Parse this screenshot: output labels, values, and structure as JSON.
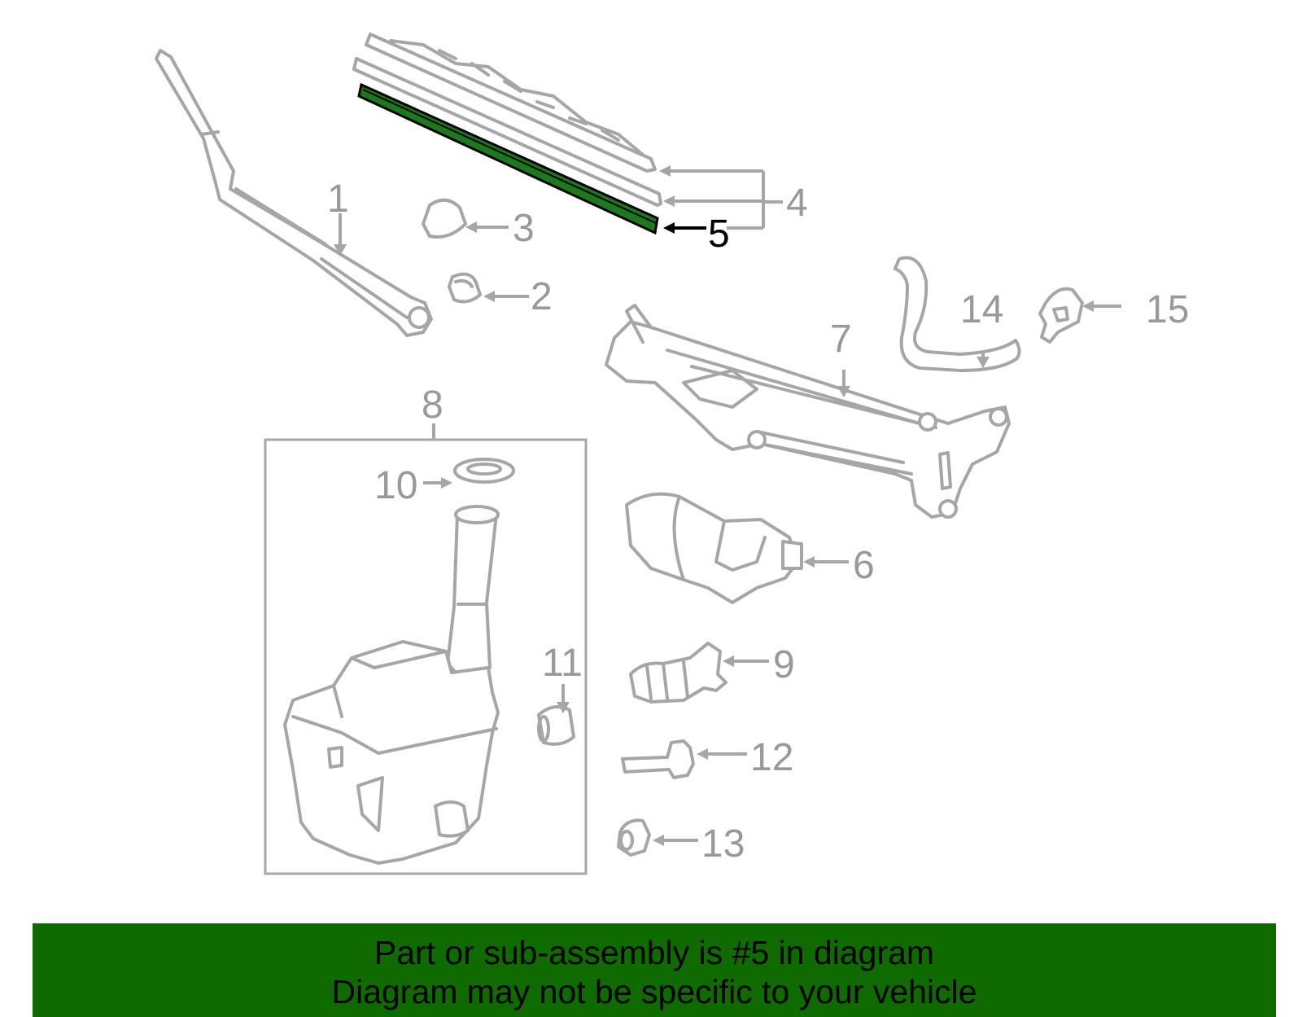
{
  "callouts": [
    {
      "id": "1",
      "text": "1"
    },
    {
      "id": "2",
      "text": "2"
    },
    {
      "id": "3",
      "text": "3"
    },
    {
      "id": "4",
      "text": "4"
    },
    {
      "id": "5",
      "text": "5",
      "highlighted": true
    },
    {
      "id": "6",
      "text": "6"
    },
    {
      "id": "7",
      "text": "7"
    },
    {
      "id": "8",
      "text": "8"
    },
    {
      "id": "9",
      "text": "9"
    },
    {
      "id": "10",
      "text": "10"
    },
    {
      "id": "11",
      "text": "11"
    },
    {
      "id": "12",
      "text": "12"
    },
    {
      "id": "13",
      "text": "13"
    },
    {
      "id": "14",
      "text": "14"
    },
    {
      "id": "15",
      "text": "15"
    }
  ],
  "highlighted_part": "5",
  "banner": {
    "line1": "Part or sub-assembly is #5 in diagram",
    "line2": "Diagram may not be specific to your vehicle"
  },
  "colors": {
    "banner_background": "#0f6b00",
    "highlight_fill": "#1b7a1b",
    "part_outline": "#a6a6a6",
    "callout_text": "#999999"
  }
}
